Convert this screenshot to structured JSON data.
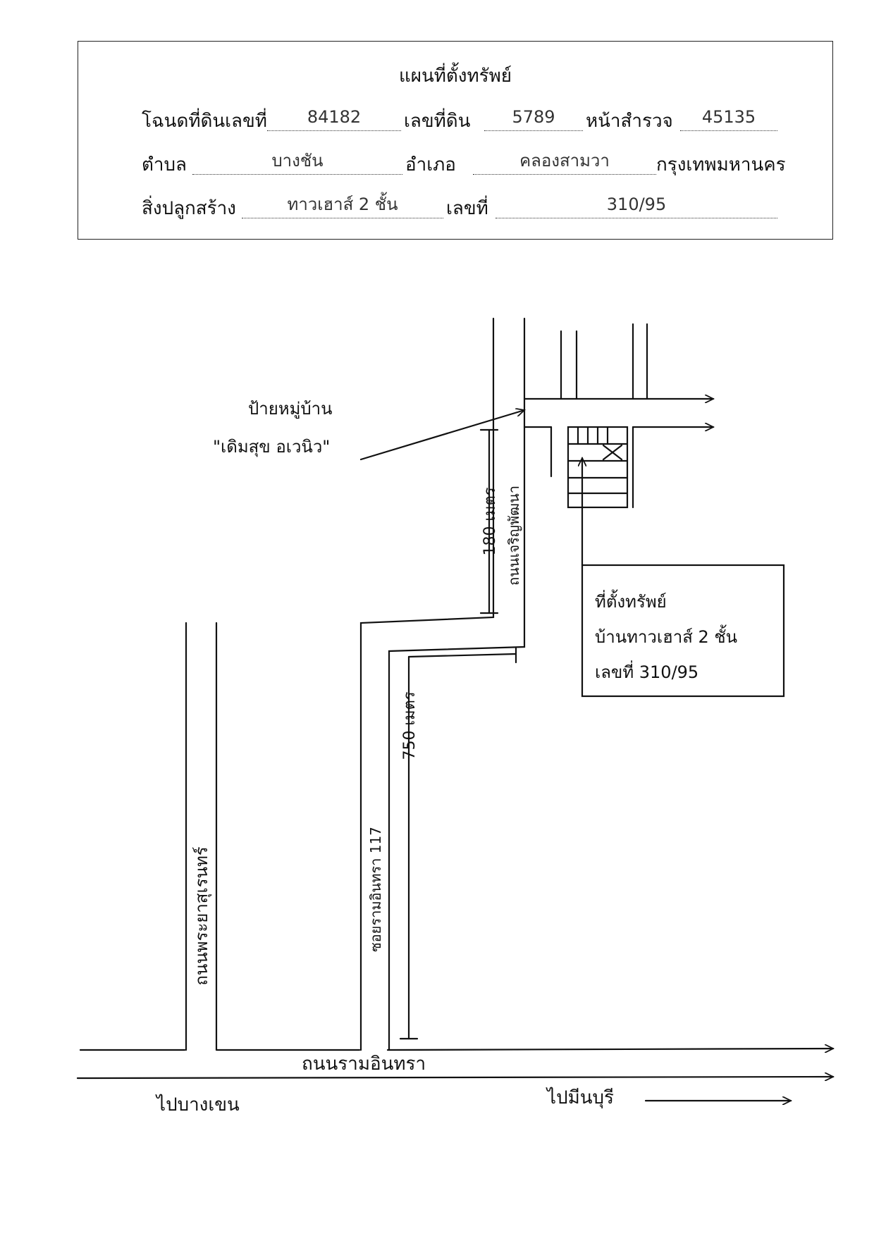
{
  "header": {
    "title": "แผนที่ตั้งทรัพย์",
    "deed_label": "โฉนดที่ดินเลขที่",
    "deed_no": "84182",
    "land_no_label": "เลขที่ดิน",
    "land_no": "5789",
    "survey_label": "หน้าสำรวจ",
    "survey_no": "45135",
    "subdistrict_label": "ตำบล",
    "subdistrict": "บางชัน",
    "district_label": "อำเภอ",
    "district": "คลองสามวา",
    "province": "กรุงเทพมหานคร",
    "building_label": "สิ่งปลูกสร้าง",
    "building": "ทาวเฮาส์ 2 ชั้น",
    "house_no_label": "เลขที่",
    "house_no": "310/95"
  },
  "map": {
    "village_sign_line1": "ป้ายหมู่บ้าน",
    "village_sign_line2": "\"เดิมสุข อเวนิว\"",
    "road_main": "ถนนรามอินทรา",
    "road_left": "ถนนพระยาสุเรนทร์",
    "soi": "ซอยรามอินทรา 117",
    "road_upper": "ถนนเจริญพัฒนา",
    "dist_180": "180 เมตร",
    "dist_750": "750 เมตร",
    "property_line1": "ที่ตั้งทรัพย์",
    "property_line2": "บ้านทาวเฮาส์ 2 ชั้น",
    "property_line3": "เลขที่ 310/95",
    "to_left": "ไปบางเขน",
    "to_right": "ไปมีนบุรี"
  },
  "colors": {
    "ink": "#111111",
    "border": "#222222"
  }
}
